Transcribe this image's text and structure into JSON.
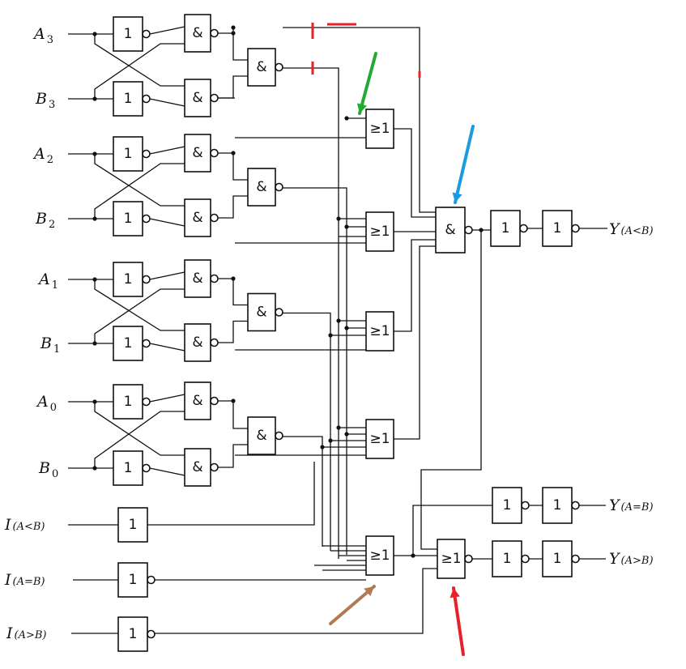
{
  "symbols": {
    "not": "1",
    "and": "&",
    "or": "≥1"
  },
  "inputs": [
    {
      "id": "A3",
      "main": "A",
      "sub": "3"
    },
    {
      "id": "B3",
      "main": "B",
      "sub": "3"
    },
    {
      "id": "A2",
      "main": "A",
      "sub": "2"
    },
    {
      "id": "B2",
      "main": "B",
      "sub": "2"
    },
    {
      "id": "A1",
      "main": "A",
      "sub": "1"
    },
    {
      "id": "B1",
      "main": "B",
      "sub": "1"
    },
    {
      "id": "A0",
      "main": "A",
      "sub": "0"
    },
    {
      "id": "B0",
      "main": "B",
      "sub": "0"
    },
    {
      "id": "ILT",
      "main": "I",
      "sub": "(A<B)"
    },
    {
      "id": "IEQ",
      "main": "I",
      "sub": "(A=B)"
    },
    {
      "id": "IGT",
      "main": "I",
      "sub": "(A>B)"
    }
  ],
  "outputs": [
    {
      "id": "YLT",
      "main": "Y",
      "sub": "(A<B)"
    },
    {
      "id": "YEQ",
      "main": "Y",
      "sub": "(A=B)"
    },
    {
      "id": "YGT",
      "main": "Y",
      "sub": "(A>B)"
    }
  ],
  "arrows": [
    {
      "target": "or-gate-3",
      "color": "#22aa33"
    },
    {
      "target": "and-gate-final",
      "color": "#1a9be0"
    },
    {
      "target": "or-gate-last",
      "color": "#b07a55"
    },
    {
      "target": "or-gate-out",
      "color": "#e8202a"
    }
  ],
  "annotation_color": "#e8202a"
}
